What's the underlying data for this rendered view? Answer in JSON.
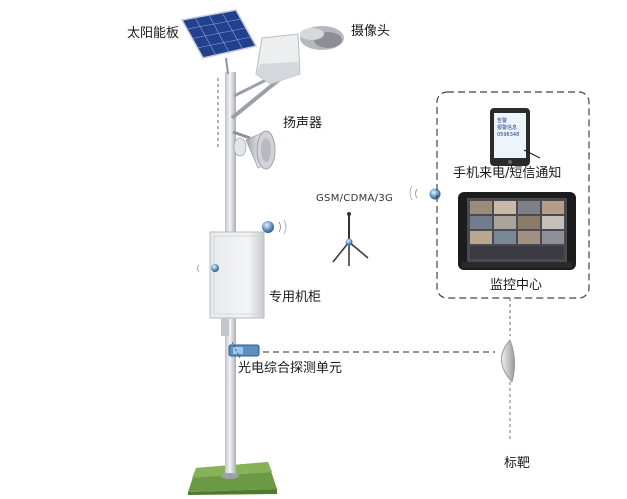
{
  "labels": {
    "solar_panel": "太阳能板",
    "camera": "摄像头",
    "speaker": "扬声器",
    "network": "GSM/CDMA/3G",
    "phone_alert": "手机来电/短信通知",
    "cabinet": "专用机柜",
    "monitor_center": "监控中心",
    "detector": "光电综合探测单元",
    "target": "标靶"
  },
  "phone_screen": {
    "line1": "告警",
    "line2": "报警信息",
    "line3": "0596348"
  },
  "colors": {
    "pole": "#d9dde2",
    "solar_panel": "#23408f",
    "grass": "#5f8f3a",
    "dashed_line": "#555555",
    "monitor_frame": "#1c1c1c"
  }
}
